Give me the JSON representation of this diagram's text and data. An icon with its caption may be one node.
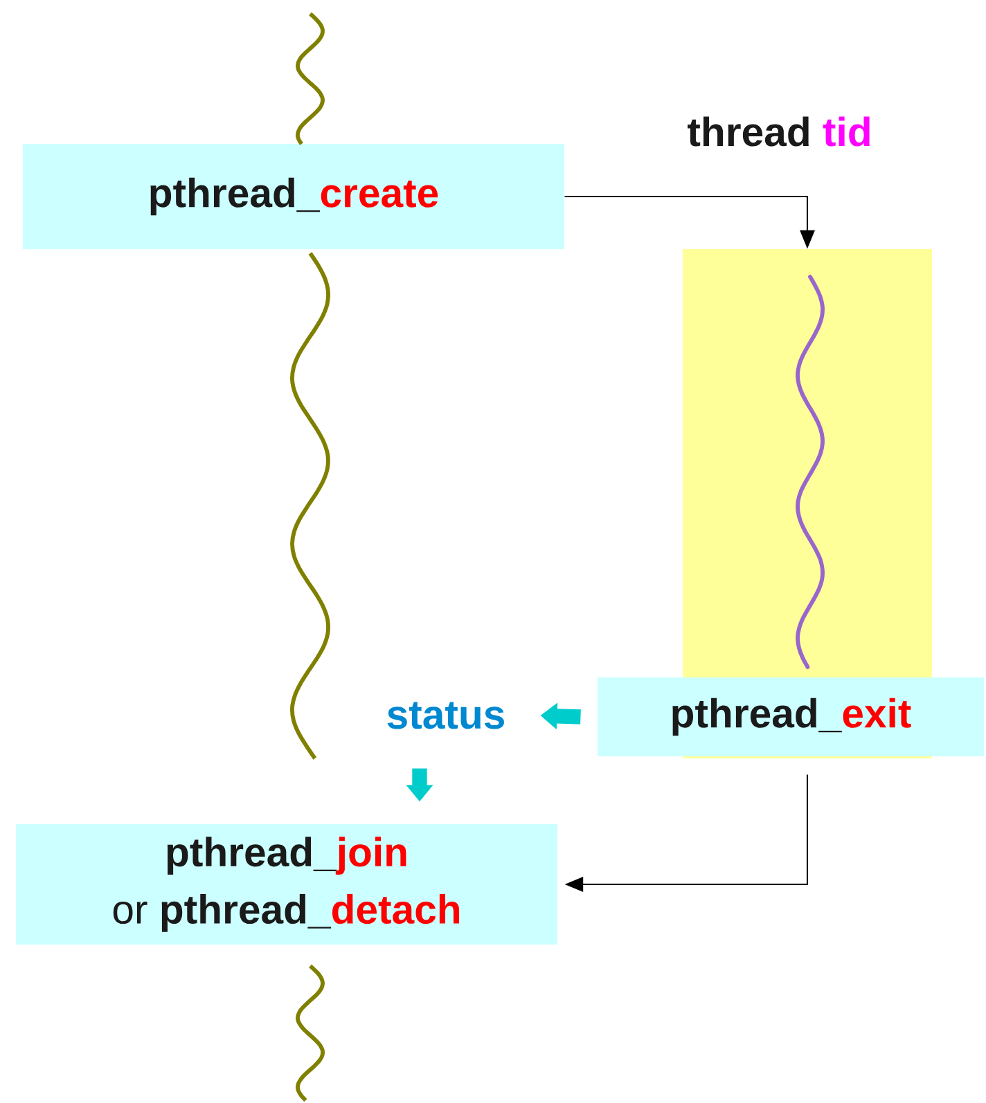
{
  "diagram": {
    "nodes": [
      {
        "text": [
          "pthread_",
          "create"
        ]
      },
      {
        "text": [],
        "shape": "box",
        "beside": [
          "thread",
          "tid"
        ]
      },
      {
        "text": [
          "pthread_",
          "exit"
        ]
      },
      {
        "text": [
          "status"
        ]
      },
      {
        "text": [
          "pthread_",
          "join",
          "or",
          "pthread_",
          "detach"
        ]
      }
    ],
    "edges": [
      {
        "from": 0,
        "to": 1,
        "arrow": "to"
      },
      {
        "from": 2,
        "to": 3,
        "arrow": "to",
        "style": "thick",
        "color": "#00cccc"
      },
      {
        "from": 3,
        "to": 4,
        "arrow": "to",
        "style": "thick",
        "color": "#00cccc"
      },
      {
        "from": 2,
        "to": 4,
        "arrow": "to"
      }
    ]
  }
}
